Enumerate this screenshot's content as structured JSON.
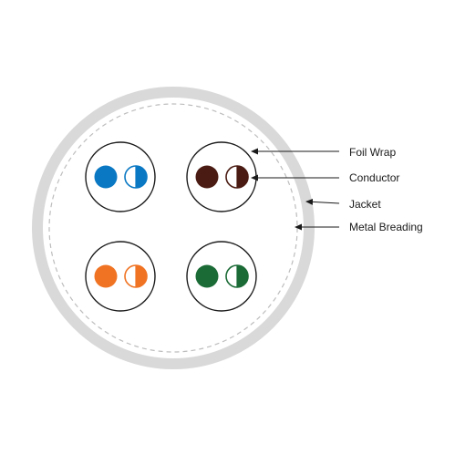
{
  "diagram": {
    "colors": {
      "jacket": "#d9d9d9",
      "metal_breading_dash": "#bdbdbd",
      "outline": "#1a1a1a",
      "leader_line": "#1a1a1a",
      "background": "#ffffff"
    },
    "pairs": [
      {
        "name": "blue-pair",
        "color": "#0a78c3"
      },
      {
        "name": "brown-pair",
        "color": "#4a1b12"
      },
      {
        "name": "orange-pair",
        "color": "#f07323"
      },
      {
        "name": "green-pair",
        "color": "#1b6b36"
      }
    ],
    "labels": {
      "foil_wrap": "Foil Wrap",
      "conductor": "Conductor",
      "jacket": "Jacket",
      "metal_breading": "Metal Breading"
    }
  }
}
